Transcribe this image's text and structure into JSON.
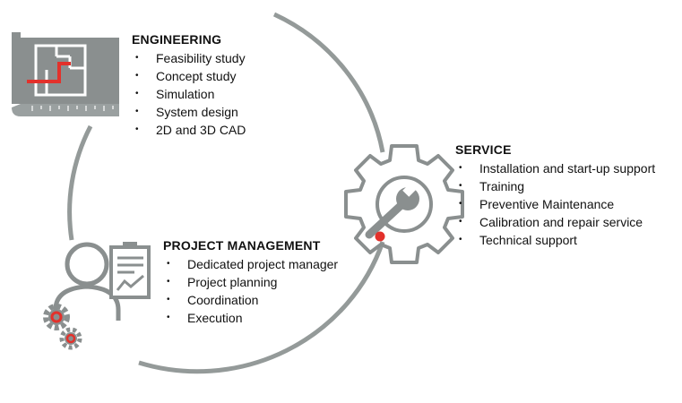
{
  "accent_color": "#e3312b",
  "icon_color": "#8a8f8f",
  "cycle_color": "#949a99",
  "engineering": {
    "title": "ENGINEERING",
    "icon": "blueprint-icon",
    "items": [
      "Feasibility study",
      "Concept study",
      "Simulation",
      "System design",
      "2D and 3D CAD"
    ]
  },
  "service": {
    "title": "SERVICE",
    "icon": "gear-wrench-icon",
    "items": [
      "Installation and start-up support",
      "Training",
      "Preventive Maintenance",
      "Calibration and repair service",
      "Technical support"
    ]
  },
  "project_management": {
    "title": "PROJECT MANAGEMENT",
    "icon": "manager-clipboard-icon",
    "items": [
      "Dedicated project manager",
      "Project planning",
      "Coordination",
      "Execution"
    ]
  },
  "bullet": "•"
}
